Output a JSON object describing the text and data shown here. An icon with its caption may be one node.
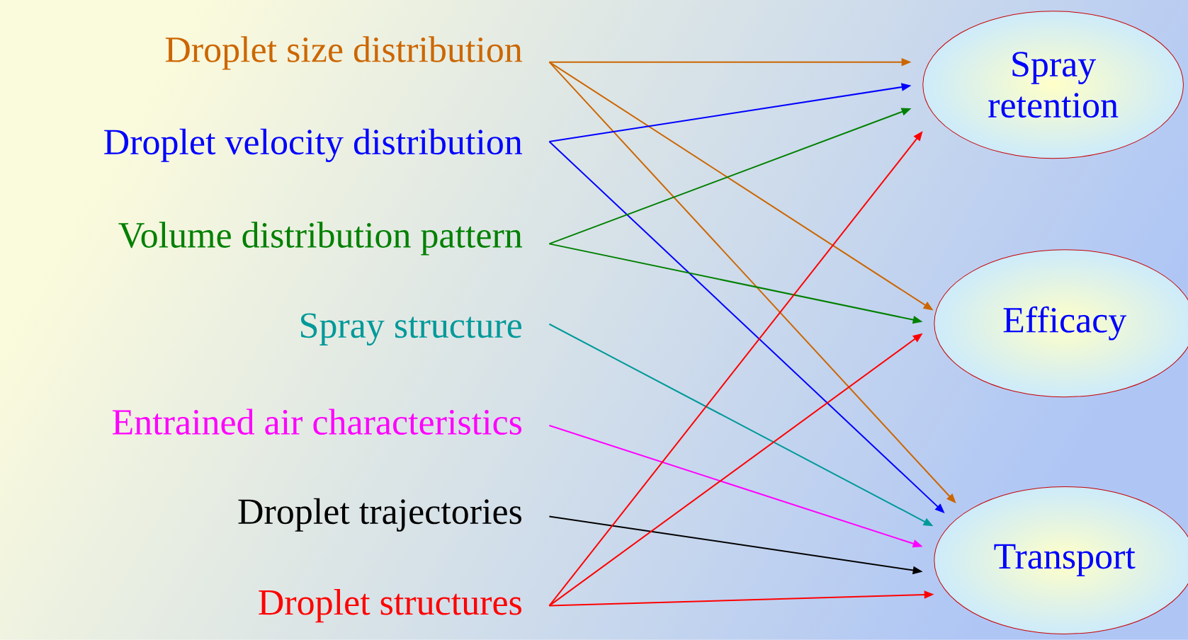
{
  "diagram": {
    "nodes": [
      {
        "text": [
          "Droplet size distribution"
        ]
      },
      {
        "text": [
          "Droplet velocity distribution"
        ]
      },
      {
        "text": [
          "Volume distribution pattern"
        ]
      },
      {
        "text": [
          "Spray structure"
        ]
      },
      {
        "text": [
          "Entrained air characteristics"
        ]
      },
      {
        "text": [
          "Droplet trajectories"
        ]
      },
      {
        "text": [
          "Droplet structures"
        ]
      },
      {
        "text": [
          "Spray retention"
        ]
      },
      {
        "text": [
          "Efficacy"
        ]
      },
      {
        "text": [
          "Transport"
        ]
      }
    ],
    "edges": [
      {
        "from": 0,
        "to": 7,
        "arrow": "to",
        "color": "#cc6600"
      },
      {
        "from": 0,
        "to": 8,
        "arrow": "to",
        "color": "#cc6600"
      },
      {
        "from": 0,
        "to": 9,
        "arrow": "to",
        "color": "#cc6600"
      },
      {
        "from": 1,
        "to": 7,
        "arrow": "to",
        "color": "#0000ff"
      },
      {
        "from": 1,
        "to": 9,
        "arrow": "to",
        "color": "#0000ff"
      },
      {
        "from": 2,
        "to": 7,
        "arrow": "to",
        "color": "#008000"
      },
      {
        "from": 2,
        "to": 8,
        "arrow": "to",
        "color": "#008000"
      },
      {
        "from": 3,
        "to": 9,
        "arrow": "to",
        "color": "#009999"
      },
      {
        "from": 4,
        "to": 9,
        "arrow": "to",
        "color": "#ff00ff"
      },
      {
        "from": 5,
        "to": 9,
        "arrow": "to",
        "color": "#000000"
      },
      {
        "from": 6,
        "to": 7,
        "arrow": "to",
        "color": "#ff0000"
      },
      {
        "from": 6,
        "to": 8,
        "arrow": "to",
        "color": "#ff0000"
      },
      {
        "from": 6,
        "to": 9,
        "arrow": "to",
        "color": "#ff0000"
      }
    ]
  }
}
